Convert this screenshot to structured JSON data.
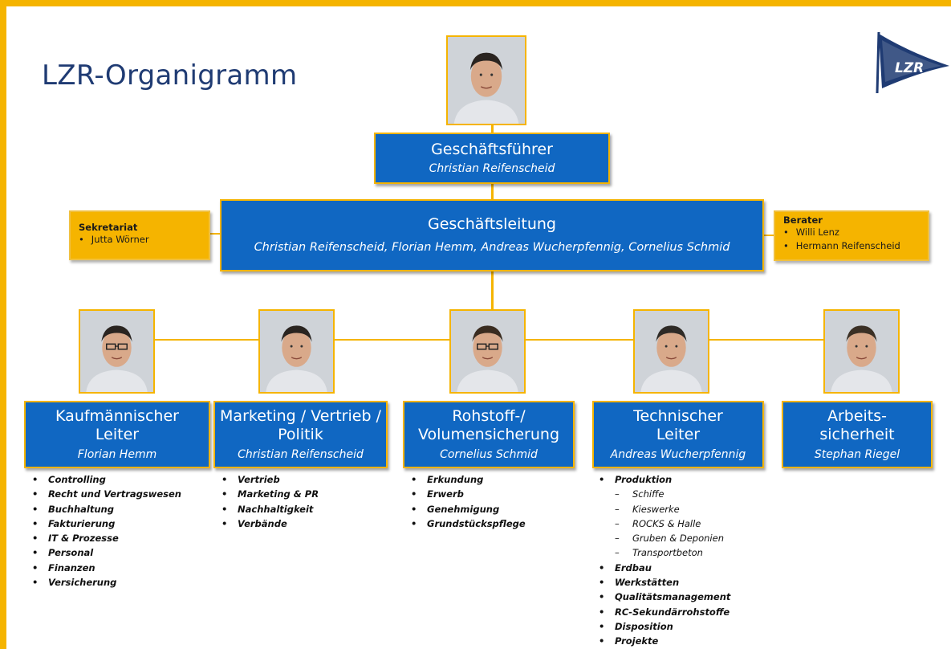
{
  "title": "LZR-Organigramm",
  "logo": {
    "text": "LZR",
    "icon": "flag-logo"
  },
  "colors": {
    "accent": "#F5B400",
    "box": "#1067C2",
    "title": "#1F3B73"
  },
  "ceo": {
    "title": "Geschäftsführer",
    "name": "Christian Reifenscheid"
  },
  "management": {
    "title": "Geschäftsleitung",
    "names": "Christian Reifenscheid, Florian Hemm, Andreas Wucherpfennig, Cornelius Schmid"
  },
  "secretariat": {
    "title": "Sekretariat",
    "members": [
      "Jutta Wörner"
    ]
  },
  "advisors": {
    "title": "Berater",
    "members": [
      "Willi Lenz",
      "Hermann Reifenscheid"
    ]
  },
  "departments": [
    {
      "title_lines": [
        "Kaufmännischer",
        "Leiter"
      ],
      "name": "Florian Hemm",
      "tasks": [
        {
          "text": "Controlling"
        },
        {
          "text": "Recht und Vertragswesen"
        },
        {
          "text": "Buchhaltung"
        },
        {
          "text": "Fakturierung"
        },
        {
          "text": "IT & Prozesse"
        },
        {
          "text": "Personal"
        },
        {
          "text": "Finanzen"
        },
        {
          "text": "Versicherung"
        }
      ]
    },
    {
      "title_lines": [
        "Marketing / Vertrieb /",
        "Politik"
      ],
      "name": "Christian Reifenscheid",
      "tasks": [
        {
          "text": "Vertrieb"
        },
        {
          "text": "Marketing & PR"
        },
        {
          "text": "Nachhaltigkeit"
        },
        {
          "text": "Verbände"
        }
      ]
    },
    {
      "title_lines": [
        "Rohstoff-/",
        "Volumensicherung"
      ],
      "name": "Cornelius Schmid",
      "tasks": [
        {
          "text": "Erkundung"
        },
        {
          "text": "Erwerb"
        },
        {
          "text": "Genehmigung"
        },
        {
          "text": "Grundstückspflege"
        }
      ]
    },
    {
      "title_lines": [
        "Technischer",
        "Leiter"
      ],
      "name": "Andreas Wucherpfennig",
      "tasks": [
        {
          "text": "Produktion"
        },
        {
          "text": "Schiffe",
          "sub": true
        },
        {
          "text": "Kieswerke",
          "sub": true
        },
        {
          "text": "ROCKS & Halle",
          "sub": true
        },
        {
          "text": "Gruben & Deponien",
          "sub": true
        },
        {
          "text": "Transportbeton",
          "sub": true
        },
        {
          "text": "Erdbau"
        },
        {
          "text": "Werkstätten"
        },
        {
          "text": "Qualitätsmanagement"
        },
        {
          "text": "RC-Sekundärrohstoffe"
        },
        {
          "text": "Disposition"
        },
        {
          "text": "Projekte"
        }
      ]
    },
    {
      "title_lines": [
        "Arbeits-",
        "sicherheit"
      ],
      "name": "Stephan Riegel",
      "tasks": []
    }
  ]
}
